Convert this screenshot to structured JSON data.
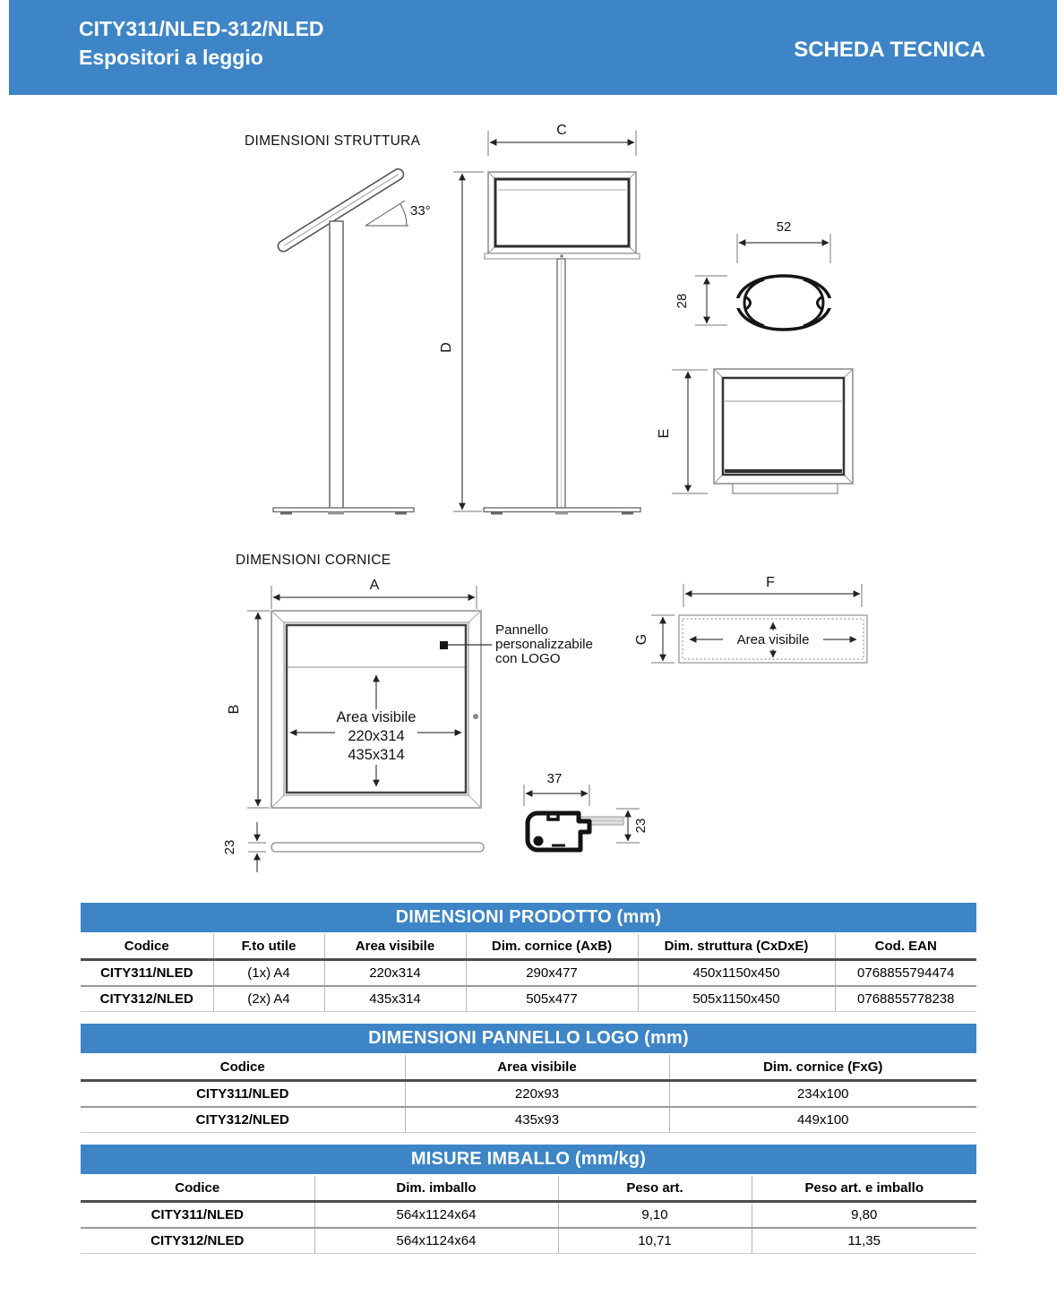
{
  "header": {
    "product_code": "CITY311/NLED-312/NLED",
    "product_type": "Espositori a leggio",
    "doc_title": "SCHEDA TECNICA"
  },
  "colors": {
    "brand_blue": "#3d85c6",
    "text_black": "#000000"
  },
  "drawings": {
    "struttura": {
      "section_label": "DIMENSIONI STRUTTURA",
      "angle_label": "33°",
      "dim_c": "C",
      "dim_d": "D",
      "dim_e": "E",
      "profile_width": "52",
      "profile_height": "28"
    },
    "cornice": {
      "section_label": "DIMENSIONI CORNICE",
      "dim_a": "A",
      "dim_b": "B",
      "dim_f": "F",
      "dim_g": "G",
      "panel_note_line1": "Pannello",
      "panel_note_line2": "personalizzabile",
      "panel_note_line3": "con LOGO",
      "area_label": "Area visibile",
      "area_size1": "220x314",
      "area_size2": "435x314",
      "logo_area_label": "Area visibile",
      "frame_thickness": "23",
      "profile_width": "37",
      "profile_height": "23"
    }
  },
  "tables": [
    {
      "title": "DIMENSIONI PRODOTTO (mm)",
      "headers": [
        "Codice",
        "F.to utile",
        "Area visibile",
        "Dim. cornice (AxB)",
        "Dim. struttura (CxDxE)",
        "Cod. EAN"
      ],
      "rows": [
        [
          "CITY311/NLED",
          "(1x) A4",
          "220x314",
          "290x477",
          "450x1150x450",
          "0768855794474"
        ],
        [
          "CITY312/NLED",
          "(2x) A4",
          "435x314",
          "505x477",
          "505x1150x450",
          "0768855778238"
        ]
      ]
    },
    {
      "title": "DIMENSIONI PANNELLO LOGO (mm)",
      "headers": [
        "Codice",
        "Area visibile",
        "Dim. cornice (FxG)"
      ],
      "rows": [
        [
          "CITY311/NLED",
          "220x93",
          "234x100"
        ],
        [
          "CITY312/NLED",
          "435x93",
          "449x100"
        ]
      ]
    },
    {
      "title": "MISURE IMBALLO (mm/kg)",
      "headers": [
        "Codice",
        "Dim. imballo",
        "Peso art.",
        "Peso art. e imballo"
      ],
      "rows": [
        [
          "CITY311/NLED",
          "564x1124x64",
          "9,10",
          "9,80"
        ],
        [
          "CITY312/NLED",
          "564x1124x64",
          "10,71",
          "11,35"
        ]
      ]
    }
  ]
}
